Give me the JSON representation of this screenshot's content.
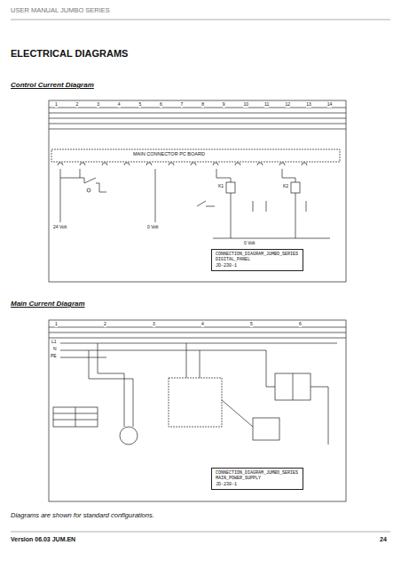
{
  "diagram": {
    "title": "ELECTRICAL DIAGRAMS",
    "caption": "Diagrams are shown for standard configurations.",
    "nodes": [
      {
        "text": [
          "CONNECTION_DIAGRAM_JUMBO_SERIES",
          "DIGITAL_PANEL",
          "JD-230-1"
        ]
      },
      {
        "text": [
          "CONNECTION_DIAGRAM_JUMBO_SERIES",
          "MAIN_POWER_SUPPLY",
          "JD-230-1"
        ]
      }
    ],
    "labels": [
      "USER MANUAL JUMBO SERIES",
      "Control Current Diagram",
      "Main Current Diagram",
      "Version 06.03 JUM.EN",
      "24",
      "MAIN CONNECTOR PC BOARD",
      "24 Volt",
      "0 Volt",
      "0 Volt",
      "K1",
      "K2",
      "L1",
      "N",
      "PE",
      "1",
      "2",
      "3",
      "4",
      "5",
      "6",
      "7",
      "8",
      "9",
      "10",
      "11",
      "12",
      "13",
      "14",
      "1",
      "2",
      "3",
      "4",
      "5",
      "6"
    ]
  }
}
